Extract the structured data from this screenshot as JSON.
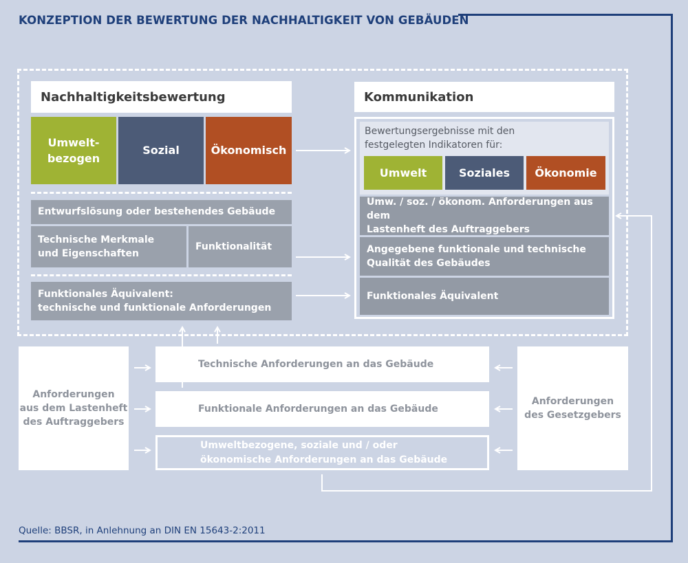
{
  "title": "KONZEPTION DER BEWERTUNG DER NACHHALTIGKEIT VON GEBÄUDEN",
  "left_panel": {
    "header": "Nachhaltigkeitsbewertung",
    "pillars": [
      {
        "label": "Umwelt-\nbezogen",
        "color": "#9fb334"
      },
      {
        "label": "Sozial",
        "color": "#4c5b77"
      },
      {
        "label": "Ökonomisch",
        "color": "#b14f23"
      }
    ],
    "entwurf": "Entwurfslösung oder bestehendes Gebäude",
    "technische": "Technische Merkmale\nund Eigenschaften",
    "funktionalitaet": "Funktionalität",
    "aequivalent": "Funktionales Äquivalent:\ntechnische und funktionale Anforderungen"
  },
  "right_panel": {
    "header": "Kommunikation",
    "intro": "Bewertungsergebnisse mit den\nfestgelegten Indikatoren für:",
    "pillars": [
      {
        "label": "Umwelt",
        "color": "#9fb334"
      },
      {
        "label": "Soziales",
        "color": "#4c5b77"
      },
      {
        "label": "Ökonomie",
        "color": "#b14f23"
      }
    ],
    "rows": [
      "Umw. / soz. / ökonom. Anforderungen aus dem\nLastenheft des Auftraggebers",
      "Angegebene funktionale und technische\nQualität des Gebäudes",
      "Funktionales Äquivalent"
    ]
  },
  "bottom": {
    "left_source": "Anforderungen\naus dem Lastenheft\ndes Auftraggebers",
    "right_source": "Anforderungen\ndes Gesetzgebers",
    "requirements": [
      "Technische Anforderungen an das Gebäude",
      "Funktionale Anforderungen an das Gebäude",
      "Umweltbezogene, soziale und / oder\nökonomische Anforderungen an das Gebäude"
    ]
  },
  "source": "Quelle: BBSR, in Anlehnung an DIN EN 15643-2:2011"
}
